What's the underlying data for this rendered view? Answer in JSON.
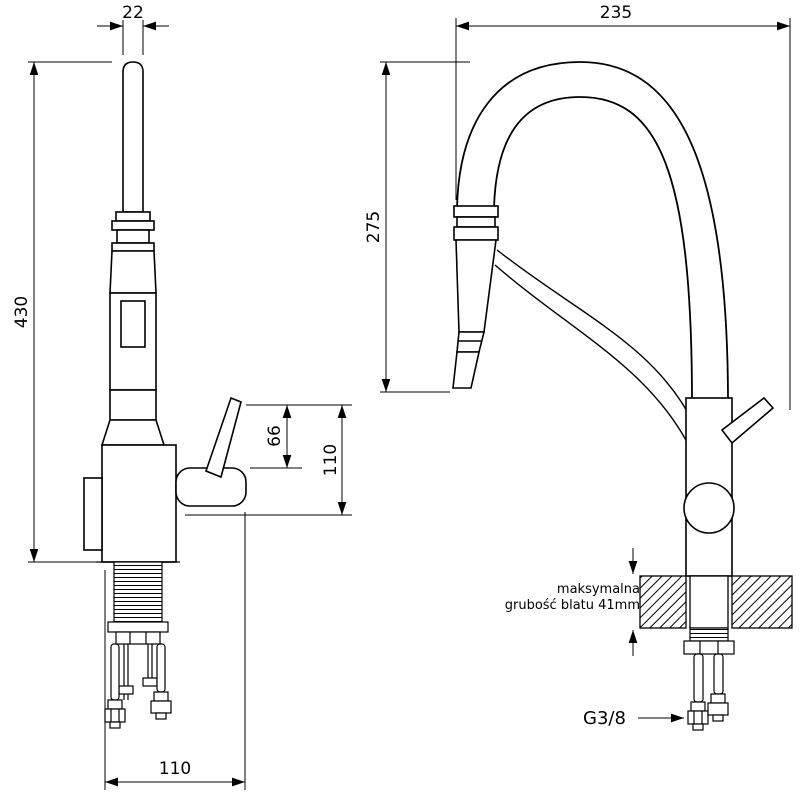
{
  "left_view": {
    "dim_spout_width": "22",
    "dim_total_height": "430",
    "dim_handle": "66",
    "dim_body": "110",
    "dim_base": "110"
  },
  "right_view": {
    "dim_reach": "235",
    "dim_height": "275",
    "note_line1": "maksymalna",
    "note_line2": "grubość blatu 41mm",
    "thread": "G3/8"
  }
}
